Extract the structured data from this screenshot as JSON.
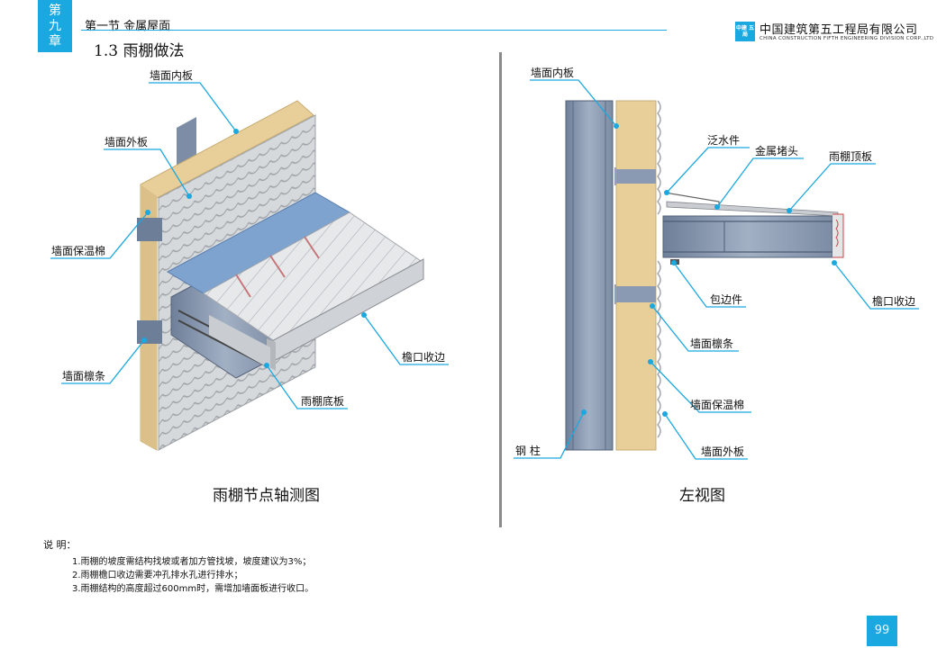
{
  "header": {
    "chapter_chars": [
      "第",
      "九",
      "章"
    ],
    "section": "第一节  金属屋面",
    "subsection": "1.3  雨棚做法"
  },
  "logo": {
    "mark_text": "中建 五局",
    "name_cn": "中国建筑第五工程局有限公司",
    "name_en": "CHINA CONSTRUCTION FIFTH ENGINEERING DIVISION CORP.,LTD"
  },
  "left_diagram": {
    "caption": "雨棚节点轴测图",
    "labels": {
      "inner_panel": "墙面内板",
      "outer_panel": "墙面外板",
      "insulation": "墙面保温棉",
      "purlin": "墙面檩条",
      "eave_edge": "檐口收边",
      "bottom_panel": "雨棚底板"
    }
  },
  "right_diagram": {
    "caption": "左视图",
    "labels": {
      "inner_panel": "墙面内板",
      "flashing": "泛水件",
      "metal_plug": "金属堵头",
      "top_panel": "雨棚顶板",
      "edge_trim": "包边件",
      "eave_edge": "檐口收边",
      "purlin": "墙面檩条",
      "insulation": "墙面保温棉",
      "steel_column": "钢 柱",
      "outer_panel": "墙面外板"
    }
  },
  "notes": {
    "title": "说  明：",
    "items": [
      "1.雨棚的坡度需结构找坡或者加方管找坡，坡度建议为3%；",
      "2.雨棚檐口收边需要冲孔排水孔进行排水；",
      "3.雨棚结构的高度超过600mm时，需增加墙面板进行收口。"
    ]
  },
  "page_number": "99",
  "colors": {
    "accent": "#1aa8e0",
    "insulation": "#e8cf9a",
    "steel": "#8d9db4",
    "roof_blue": "#7fa3cf",
    "panel_gray": "#d4d7da"
  }
}
